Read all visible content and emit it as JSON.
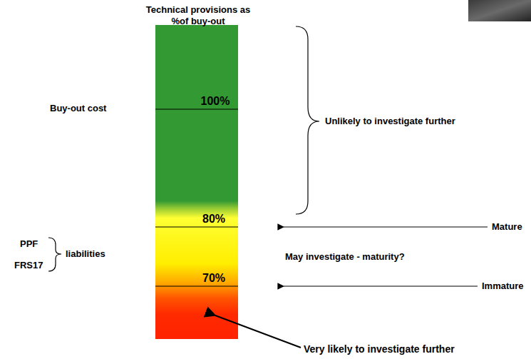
{
  "diagram": {
    "title": "Technical provisions as %of buy-out",
    "nodes": [
      {
        "text": [
          "100%",
          "80%",
          "70%"
        ]
      }
    ],
    "labels": [
      "Buy-out cost",
      "PPF",
      "FRS17",
      "liabilities",
      "Unlikely to investigate further",
      "Mature",
      "May investigate - maturity?",
      "Immature",
      "Very likely to investigate further"
    ]
  }
}
